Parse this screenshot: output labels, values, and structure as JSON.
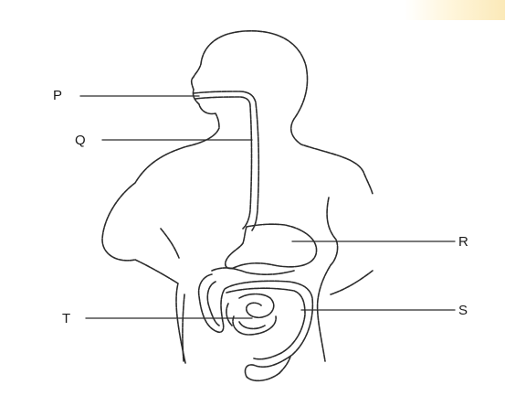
{
  "labels": {
    "p": "P",
    "q": "Q",
    "r": "R",
    "s": "S",
    "t": "T"
  },
  "colors": {
    "ink": "#2b2b2b",
    "background": "#ffffff",
    "corner_tint": "#fbe9b8"
  }
}
